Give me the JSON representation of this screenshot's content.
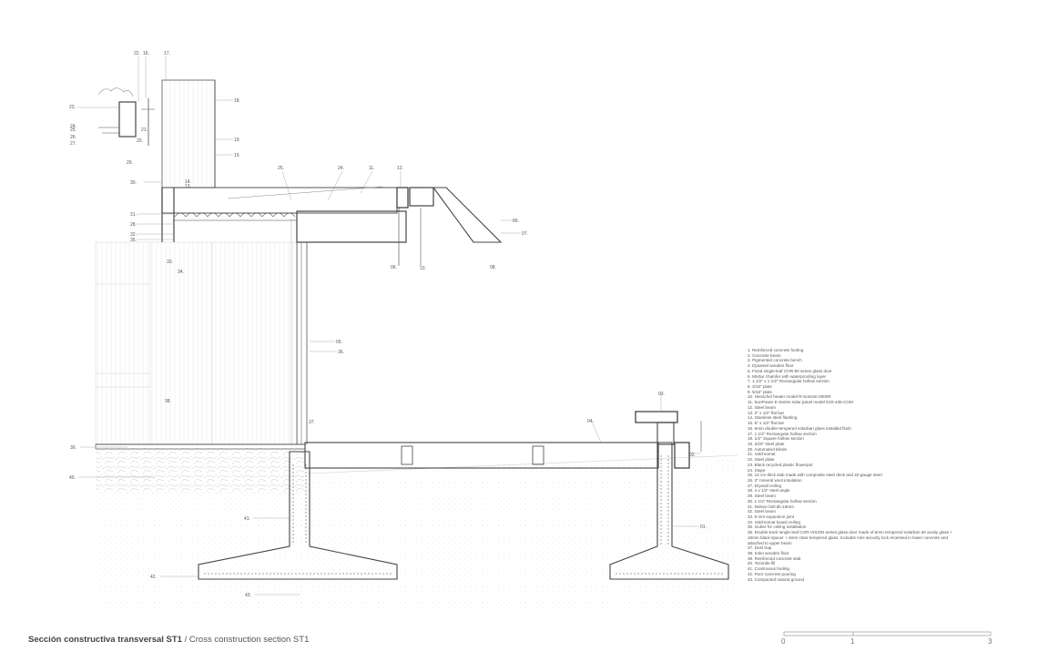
{
  "caption": {
    "title_bold": "Sección constructiva transversal ST1",
    "title_rest": " / Cross construction section ST1"
  },
  "scale_bar": {
    "labels": [
      "0",
      "1",
      "3"
    ]
  },
  "callouts": [
    "01.",
    "02.",
    "03.",
    "04.",
    "05.",
    "06.",
    "07.",
    "08.",
    "09.",
    "10.",
    "11.",
    "12.",
    "13.",
    "14.",
    "15.",
    "16.",
    "17.",
    "18.",
    "19.",
    "20.",
    "21.",
    "22.",
    "23.",
    "24.",
    "25.",
    "26.",
    "27.",
    "28.",
    "29.",
    "30.",
    "31.",
    "32.",
    "33.",
    "34.",
    "35.",
    "36.",
    "37.",
    "38.",
    "39.",
    "40.",
    "41.",
    "42.",
    "43."
  ],
  "legend": [
    "1. Reinforced concrete footing",
    "2. Concrete beam",
    "3. Pigmented concrete bench",
    "4. Dysamel wooden floor",
    "5. Fixed single-leaf COR-60 series glass door",
    "6. Mortar chamfer with waterproofing layer",
    "7. 1 1/2\" x 1 1/2\" Rectangular hollow section",
    "8. 3/16\" plate",
    "9. 5/16\" plate",
    "10. Henschel heater model R-Summit-2600R",
    "11. SunPower E-Series solar panel model E20-435-COM",
    "12. Steel beam",
    "13. 2\" x 1/2\" flat bar",
    "14. Stainless steel flashing",
    "15. 6\" x 1/2\" flat bar",
    "16. 6mm double-tempered solarban glass installed flush",
    "17. 1 1/2\" Rectangular hollow section",
    "18. 1/2\" Square hollow section",
    "19. 3/16\" steel plate",
    "20. Automated blinds",
    "21. Valchromat",
    "22. Steel plate",
    "23. Black recycled plastic flowerpot",
    "24. Slope",
    "25. 12 cm thick slab made with composite steel deck and 22-gauge steel",
    "26. 3\" mineral wool insulation",
    "27. Drywall ceiling",
    "28. 4 x 1/2\" steel angle",
    "29. Steel beam",
    "30. 1 1/2\" Rectangular hollow section",
    "31. Nelson bolt Ø=19mm",
    "32. Steel beam",
    "33. 9 mm expansion joint",
    "34. Valchromat board ceiling",
    "35. Gutter for ceiling installation",
    "36. Double-track single-leaf COR-VISION series glass door made of 6mm tempered solarban 60 acuity glass + 16mm black spacer + 6mm clear tempered glass. Includes mini security lock recessed in lower concrete and attached to upper beam",
    "37. Dust trap",
    "38. Iroko wooden floor",
    "39. Reinforced concrete slab",
    "40. Tezontle fill",
    "41. Continuous footing",
    "42. Poor concrete pouring",
    "43. Compacted natural ground"
  ]
}
